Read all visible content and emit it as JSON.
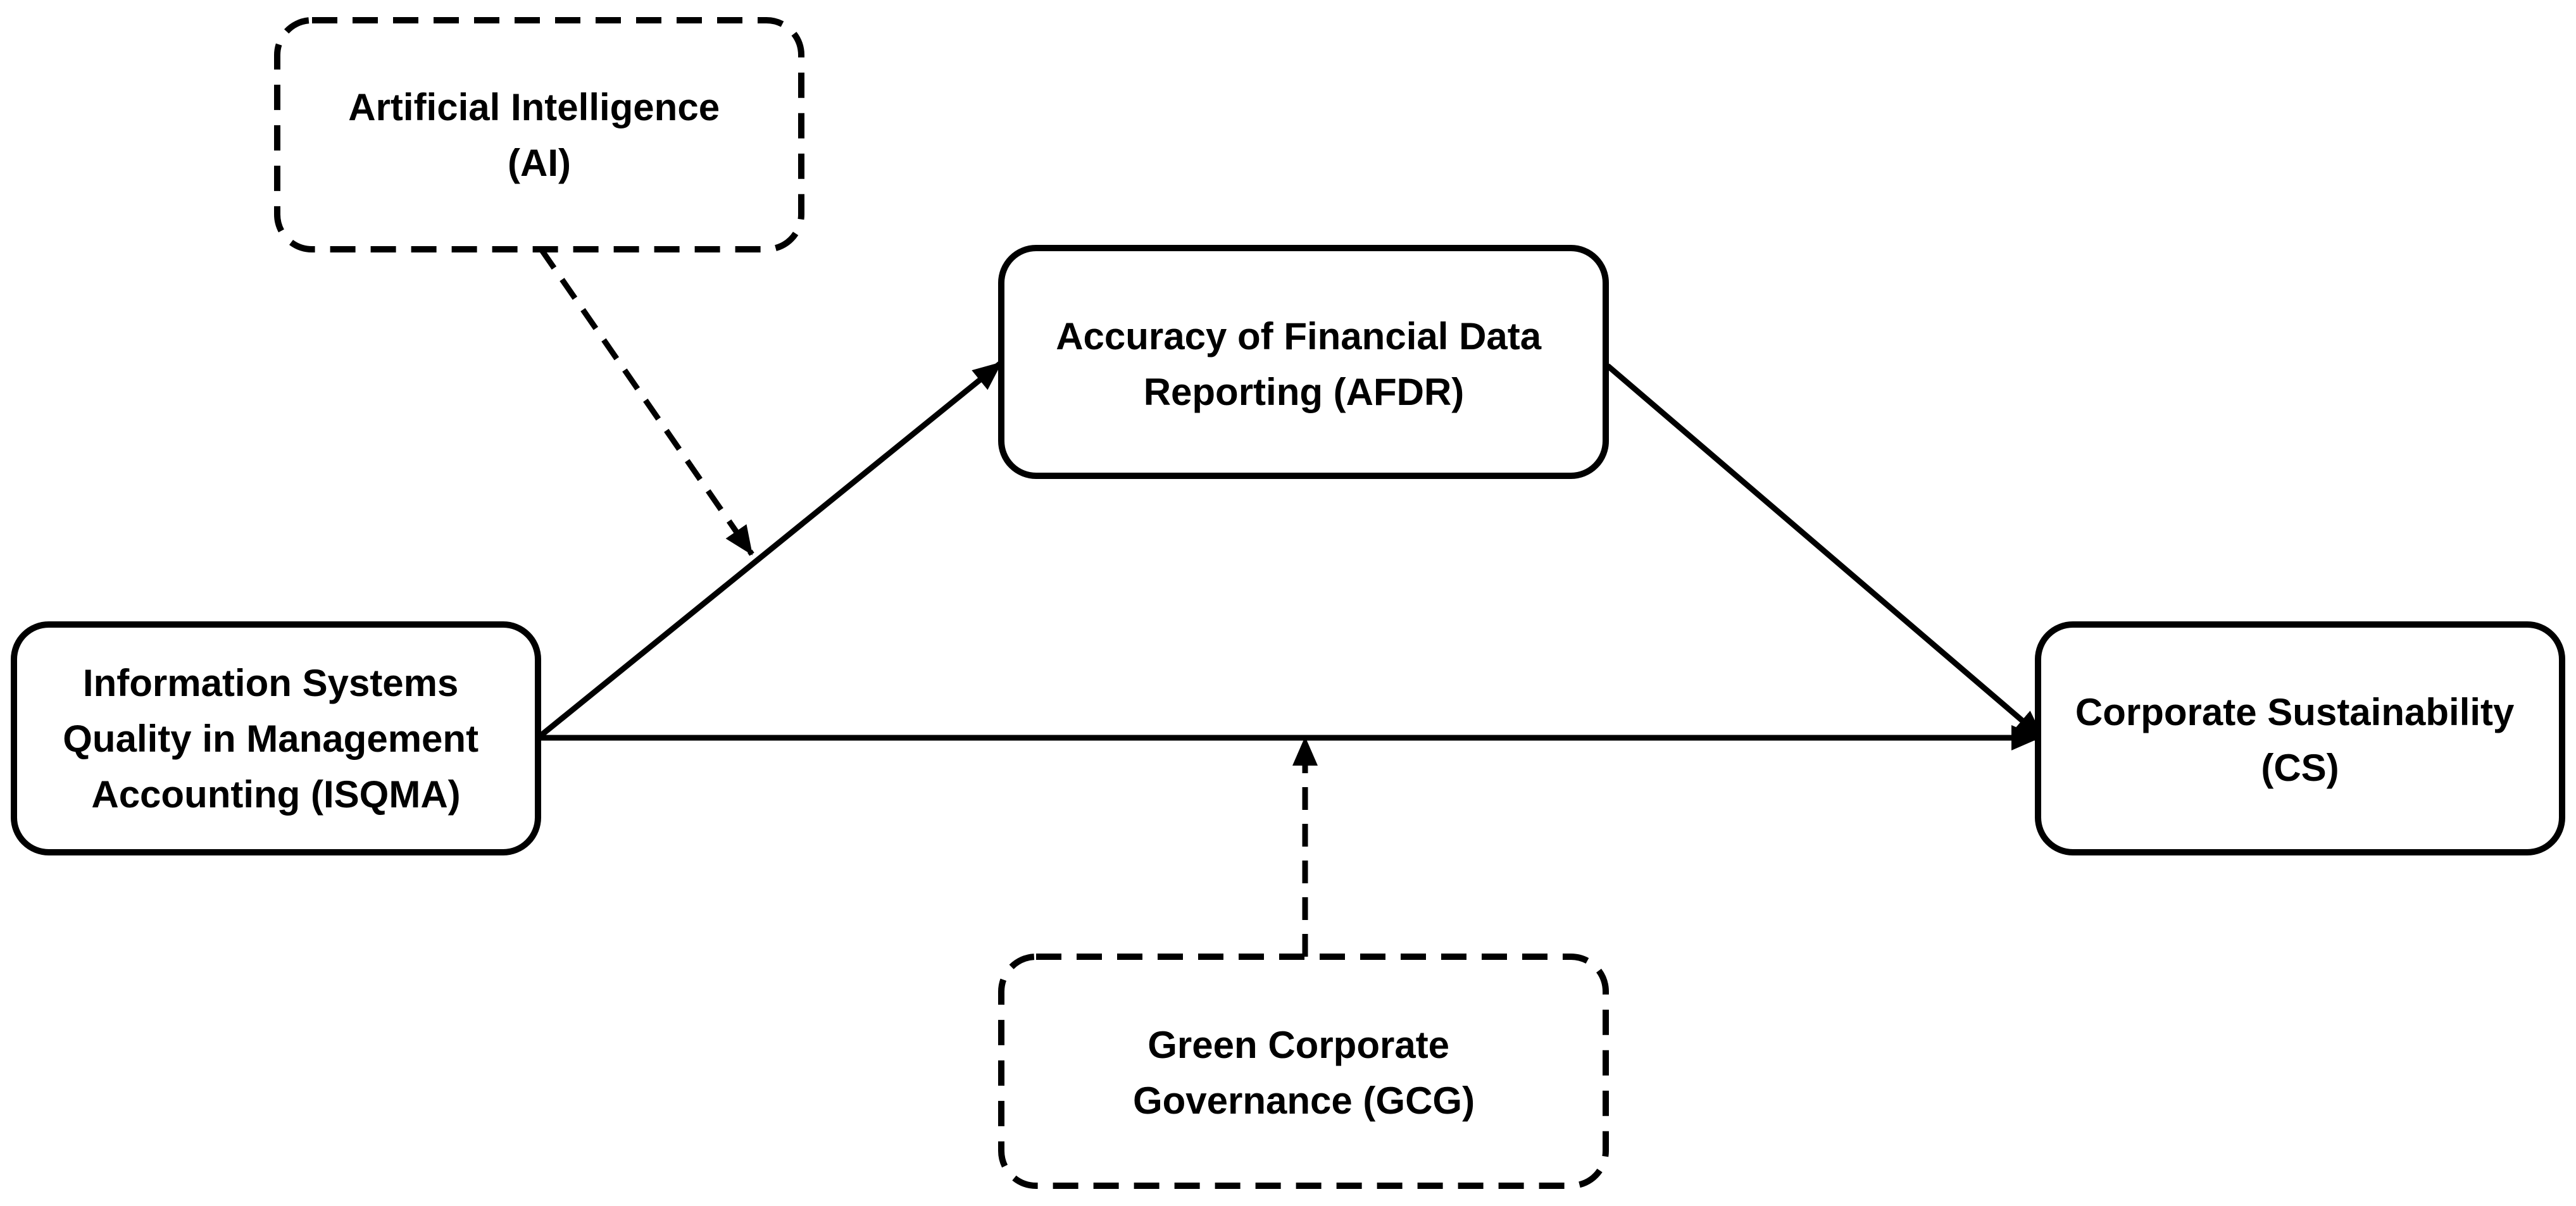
{
  "colors": {
    "stroke": "#000000",
    "background": "#ffffff",
    "text": "#000000"
  },
  "nodes": {
    "ai": {
      "lines": [
        "Artificial Intelligence",
        "(AI)"
      ],
      "style": "dashed"
    },
    "afdr": {
      "lines": [
        "Accuracy of Financial Data",
        "Reporting (AFDR)"
      ],
      "style": "solid"
    },
    "isqma": {
      "lines": [
        "Information Systems",
        "Quality in Management",
        "Accounting (ISQMA)"
      ],
      "style": "solid"
    },
    "cs": {
      "lines": [
        "Corporate Sustainability",
        "(CS)"
      ],
      "style": "solid"
    },
    "gcg": {
      "lines": [
        "Green Corporate",
        "Governance (GCG)"
      ],
      "style": "dashed"
    }
  },
  "edges": [
    {
      "from": "isqma",
      "to": "afdr",
      "style": "solid"
    },
    {
      "from": "afdr",
      "to": "cs",
      "style": "solid"
    },
    {
      "from": "isqma",
      "to": "cs",
      "style": "solid"
    },
    {
      "from": "ai",
      "to": "isqma-afdr path",
      "style": "dashed"
    },
    {
      "from": "gcg",
      "to": "isqma-cs path",
      "style": "dashed"
    }
  ]
}
